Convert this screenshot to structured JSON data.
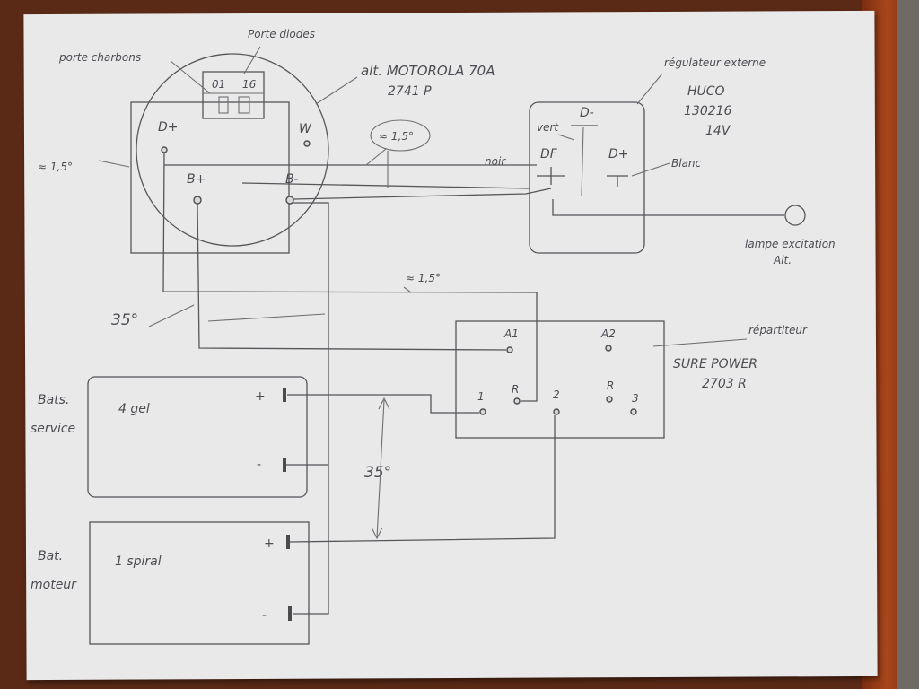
{
  "labels": {
    "porte_charbons": "porte charbons",
    "porte_diodes": "Porte diodes",
    "alt_model": "alt. MOTOROLA 70A",
    "alt_ref": "2741 P",
    "regulator_title": "régulateur externe",
    "regulator_brand": "HUCO",
    "regulator_ref": "130216",
    "regulator_voltage": "14V",
    "alt_d_plus": "D+",
    "alt_b_plus": "B+",
    "alt_b_minus": "B-",
    "alt_w": "W",
    "reg_d_minus": "D-",
    "reg_df": "DF",
    "reg_d_plus": "D+",
    "vert": "vert",
    "noir": "noir",
    "blanc": "Blanc",
    "section_left": "≈ 1,5°",
    "section_bubble": "≈ 1,5°",
    "section_middle": "≈ 1,5°",
    "section_35_left": "35°",
    "section_35_mid": "35°",
    "lamp_line1": "lampe excitation",
    "lamp_line2": "Alt.",
    "splitter_title": "répartiteur",
    "splitter_model": "SURE POWER",
    "splitter_ref": "2703 R",
    "splitter_a1": "A1",
    "splitter_a2": "A2",
    "splitter_t1": "1",
    "splitter_r_left": "R",
    "splitter_t2": "2",
    "splitter_r_right": "R",
    "splitter_t3": "3",
    "bat_service_line1": "Bats.",
    "bat_service_line2": "service",
    "bat_service_content": "4 gel",
    "bat_moteur_line1": "Bat.",
    "bat_moteur_line2": "moteur",
    "bat_moteur_content": "1 spiral",
    "plus": "+",
    "minus": "-",
    "diode_1": "01",
    "diode_2": "16"
  }
}
